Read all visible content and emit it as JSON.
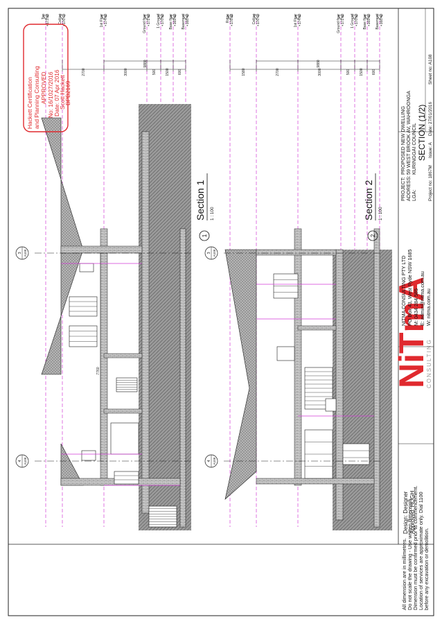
{
  "notes": {
    "lines": [
      "All dimension are in millimetres.",
      "Do not scale the drawing - Use written dimension.",
      "Dimension must be confirmed prior to commencement.",
      "Location of services are approximate only. Dial 1100",
      "before any excavation or demolition."
    ]
  },
  "design": {
    "design_line": "Design:  Designer",
    "approved_line": "Approved: HUGH"
  },
  "company": {
    "logo_text": "NiTmA",
    "logo_sub": "CONSULTING",
    "name": "NITMA CONSULTING PTY LTD",
    "address": "PO Box 43, West Ryde NSW 1685",
    "mobile": "M: 0434 284 585",
    "email": "E: admin@nitma.com.au",
    "web": "W: nitma.com.au"
  },
  "project": {
    "labels": [
      "PROJECT:",
      "ADDRESS:",
      "LGA:"
    ],
    "values": [
      "PROPOSED NEW DWELLING",
      "59 WEST BROOK AV, WAHROONGA",
      "KURINGGAI COUNCIL"
    ],
    "sheet_title": "SECTION (1/2)",
    "project_no": "Project no: 1867M",
    "issue": "Issue:  A",
    "date": "Date: 27/01/2016",
    "sheet_no": "Sheet no:  A108"
  },
  "stamp": {
    "lines": [
      "Hackett Certification",
      "and Planning Consulting",
      "APPROVED",
      "No: 16/1027/2016",
      "Date: 07 Apr 2016",
      "Scott Hackett",
      "BPB2169"
    ]
  },
  "section1": {
    "title": "Section 1",
    "number": "1",
    "scale": "1 : 100",
    "levels": [
      {
        "name": "Top",
        "rl": "+173.28"
      },
      {
        "name": "Ceiling",
        "rl": "+176.70"
      },
      {
        "name": "1st Floor",
        "rl": "+174.00"
      },
      {
        "name": "Ground floor",
        "rl": "+171.00"
      },
      {
        "name": "1 Ground",
        "rl": "+170.50"
      },
      {
        "name": "Base floor",
        "rl": "+169.00"
      },
      {
        "name": "Basement",
        "rl": "+168.40"
      }
    ],
    "dims": [
      "2700",
      "3000",
      "500",
      "1500",
      "600"
    ],
    "overall": "9880",
    "inner_dim": "7760",
    "grid": [
      {
        "num": "3",
        "sheet": "A109"
      },
      {
        "num": "4",
        "sheet": "A109"
      }
    ]
  },
  "section2": {
    "title": "Section 2",
    "number": "2",
    "scale": "1 : 100",
    "levels": [
      {
        "name": "Ridge",
        "rl": "+178.28"
      },
      {
        "name": "Ceiling",
        "rl": "+176.70"
      },
      {
        "name": "1st Floor",
        "rl": "+174.00"
      },
      {
        "name": "Ground floor",
        "rl": "+171.00"
      },
      {
        "name": "1 Ground",
        "rl": "+170.50"
      },
      {
        "name": "Base floor",
        "rl": "+169.00"
      },
      {
        "name": "Basement",
        "rl": "+168.40"
      }
    ],
    "dims": [
      "1580",
      "2700",
      "3000",
      "500",
      "1500",
      "600"
    ],
    "overall": "9880",
    "grid": [
      {
        "num": "3",
        "sheet": "A109"
      },
      {
        "num": "4",
        "sheet": "A109"
      }
    ]
  },
  "colors": {
    "magenta": "#d23ad6",
    "stamp_red": "#e0292e",
    "logo_red": "#e0292e",
    "hatch": "#8a8a8a",
    "ink": "#1a1a1a"
  }
}
